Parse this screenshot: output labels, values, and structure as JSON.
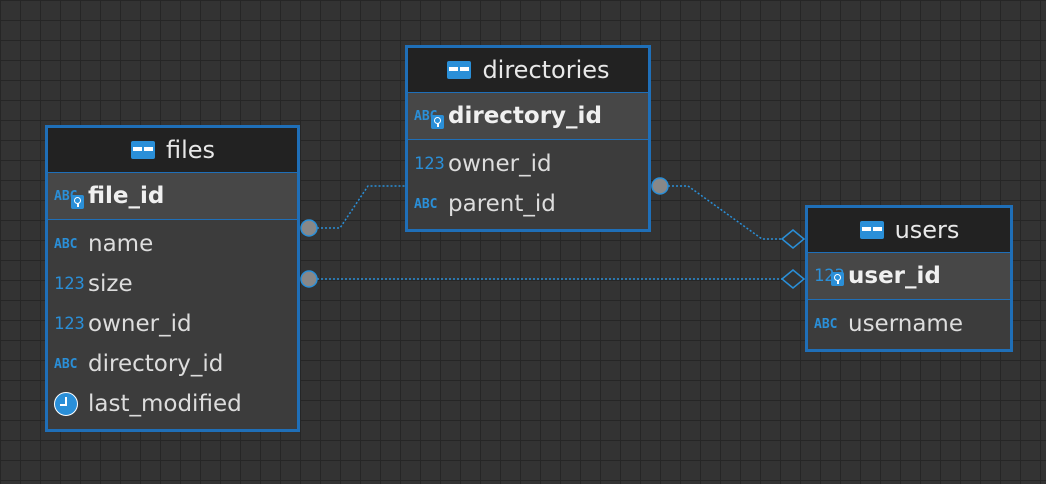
{
  "colors": {
    "canvas_bg": "#333333",
    "grid_line": "#262626",
    "table_border": "#1f6fb8",
    "accent": "#2a8fd8",
    "header_bg": "#222222",
    "pk_bg": "#474747",
    "body_bg": "#3c3c3c",
    "connector_dot": "#888888"
  },
  "tables": {
    "files": {
      "name": "files",
      "icon": "table-icon",
      "primary_key": {
        "name": "file_id",
        "type_icon": "abc-key-icon",
        "type_text": "ABC"
      },
      "columns": [
        {
          "name": "name",
          "type_icon": "abc-icon",
          "type_text": "ABC"
        },
        {
          "name": "size",
          "type_icon": "123-icon",
          "type_text": "123"
        },
        {
          "name": "owner_id",
          "type_icon": "123-icon",
          "type_text": "123"
        },
        {
          "name": "directory_id",
          "type_icon": "abc-icon",
          "type_text": "ABC"
        },
        {
          "name": "last_modified",
          "type_icon": "clock-icon",
          "type_text": ""
        }
      ]
    },
    "directories": {
      "name": "directories",
      "icon": "table-icon",
      "primary_key": {
        "name": "directory_id",
        "type_icon": "abc-key-icon",
        "type_text": "ABC"
      },
      "columns": [
        {
          "name": "owner_id",
          "type_icon": "123-icon",
          "type_text": "123"
        },
        {
          "name": "parent_id",
          "type_icon": "abc-icon",
          "type_text": "ABC"
        }
      ]
    },
    "users": {
      "name": "users",
      "icon": "table-icon",
      "primary_key": {
        "name": "user_id",
        "type_icon": "123-key-icon",
        "type_text": "123"
      },
      "columns": [
        {
          "name": "username",
          "type_icon": "abc-icon",
          "type_text": "ABC"
        }
      ]
    }
  },
  "relationships": [
    {
      "from": "files",
      "to": "directories",
      "end_marker": "none"
    },
    {
      "from": "files",
      "to": "users",
      "end_marker": "diamond"
    },
    {
      "from": "directories",
      "to": "users",
      "end_marker": "diamond"
    }
  ]
}
